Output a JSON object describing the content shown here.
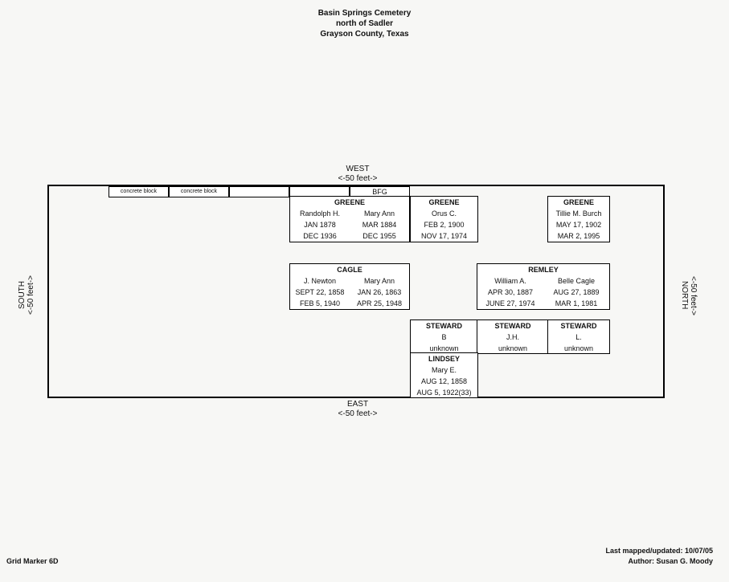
{
  "header": {
    "line1": "Basin Springs Cemetery",
    "line2": "north of Sadler",
    "line3": "Grayson County, Texas"
  },
  "compass": {
    "west": "WEST",
    "west_scale": "<-50 feet->",
    "east": "EAST",
    "east_scale": "<-50 feet->",
    "south": "SOUTH",
    "south_scale": "<-50 feet->",
    "north": "NORTH",
    "north_scale": "<-50 feet->"
  },
  "markers": {
    "concrete1": "concrete block",
    "concrete2": "concrete block",
    "bfg": "BFG"
  },
  "plots": {
    "greene1": {
      "surname": "GREENE",
      "people": [
        {
          "name": "Randolph H.",
          "birth": "JAN 1878",
          "death": "DEC 1936"
        },
        {
          "name": "Mary Ann",
          "birth": "MAR 1884",
          "death": "DEC 1955"
        }
      ]
    },
    "greene2": {
      "surname": "GREENE",
      "people": [
        {
          "name": "Orus C.",
          "birth": "FEB 2, 1900",
          "death": "NOV 17, 1974"
        }
      ]
    },
    "greene3": {
      "surname": "GREENE",
      "people": [
        {
          "name": "Tillie M. Burch",
          "birth": "MAY 17, 1902",
          "death": "MAR 2, 1995"
        }
      ]
    },
    "cagle": {
      "surname": "CAGLE",
      "people": [
        {
          "name": "J. Newton",
          "birth": "SEPT 22, 1858",
          "death": "FEB 5, 1940"
        },
        {
          "name": "Mary Ann",
          "birth": "JAN 26, 1863",
          "death": "APR 25, 1948"
        }
      ]
    },
    "remley": {
      "surname": "REMLEY",
      "people": [
        {
          "name": "William A.",
          "birth": "APR 30, 1887",
          "death": "JUNE 27, 1974"
        },
        {
          "name": "Belle Cagle",
          "birth": "AUG 27, 1889",
          "death": "MAR 1, 1981"
        }
      ]
    },
    "steward1": {
      "surname": "STEWARD",
      "name": "B",
      "status": "unknown"
    },
    "steward2": {
      "surname": "STEWARD",
      "name": "J.H.",
      "status": "unknown"
    },
    "steward3": {
      "surname": "STEWARD",
      "name": "L.",
      "status": "unknown"
    },
    "lindsey": {
      "surname": "LINDSEY",
      "people": [
        {
          "name": "Mary E.",
          "birth": "AUG 12, 1858",
          "death": "AUG 5, 1922(33)"
        }
      ]
    }
  },
  "footer": {
    "grid_marker": "Grid Marker 6D",
    "updated": "Last mapped/updated: 10/07/05",
    "author": "Author: Susan G. Moody"
  }
}
